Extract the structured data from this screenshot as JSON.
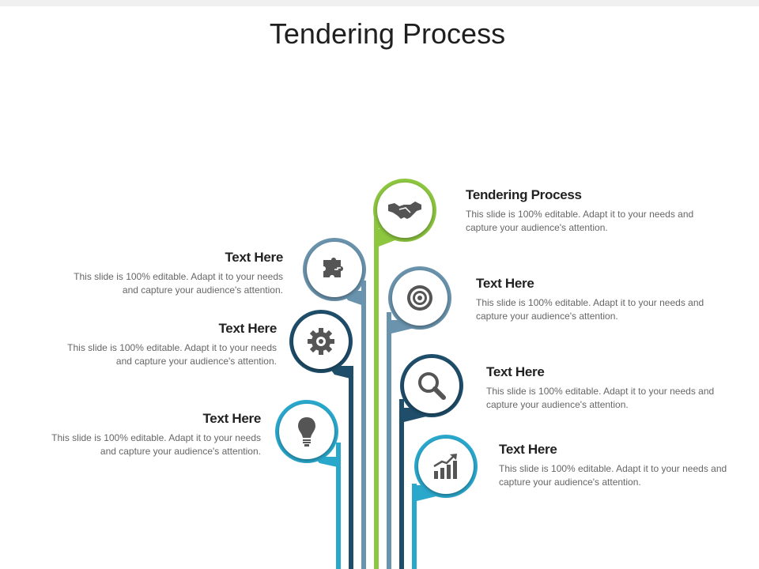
{
  "title": "Tendering Process",
  "colors": {
    "green": "#8dc63f",
    "steel": "#6a93ad",
    "navy": "#1f4e6b",
    "teal": "#1e6d8e",
    "cyan": "#2aa8cc",
    "icon": "#555555"
  },
  "items": [
    {
      "heading": "Tendering Process",
      "body": "This slide is 100% editable. Adapt it to your needs and capture your audience's attention.",
      "icon": "handshake-icon",
      "color": "green"
    },
    {
      "heading": "Text Here",
      "body": "This slide is 100% editable. Adapt it to your needs and capture your audience's attention.",
      "icon": "target-icon",
      "color": "steel"
    },
    {
      "heading": "Text Here",
      "body": "This slide is 100% editable. Adapt it to your needs and capture your audience's attention.",
      "icon": "magnifier-icon",
      "color": "navy"
    },
    {
      "heading": "Text Here",
      "body": "This slide is 100% editable. Adapt it to your needs and capture your audience's attention.",
      "icon": "growth-chart-icon",
      "color": "cyan"
    },
    {
      "heading": "Text Here",
      "body": "This slide is 100% editable. Adapt it to your needs and capture your audience's attention.",
      "icon": "puzzle-icon",
      "color": "steel"
    },
    {
      "heading": "Text Here",
      "body": "This slide is 100% editable. Adapt it to your needs and capture your audience's attention.",
      "icon": "gear-icon",
      "color": "navy"
    },
    {
      "heading": "Text Here",
      "body": "This slide is 100% editable. Adapt it to your needs and capture your audience's attention.",
      "icon": "lightbulb-icon",
      "color": "cyan"
    }
  ]
}
